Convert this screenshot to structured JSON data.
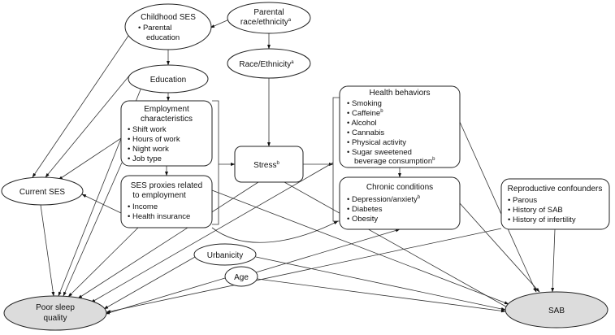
{
  "nodes": {
    "parental_race": {
      "title": [
        "Parental",
        "race/ethnicity"
      ],
      "sup": "a"
    },
    "childhood_ses": {
      "title": [
        "Childhood SES"
      ],
      "items": [
        "Parental",
        "education"
      ]
    },
    "race_ethnicity": {
      "title": [
        "Race/Ethnicity"
      ],
      "sup": "a"
    },
    "education": {
      "title": [
        "Education"
      ]
    },
    "employment": {
      "title": [
        "Employment",
        "characteristics"
      ],
      "items": [
        "Shift work",
        "Hours of work",
        "Night work",
        "Job type"
      ]
    },
    "ses_proxies": {
      "title": [
        "SES proxies related",
        "to employment"
      ],
      "items": [
        "Income",
        "Health insurance"
      ]
    },
    "current_ses": {
      "title": [
        "Current SES"
      ]
    },
    "stress": {
      "title": [
        "Stress"
      ],
      "sup": "b"
    },
    "health_behaviors": {
      "title": [
        "Health behaviors"
      ],
      "items": [
        "Smoking",
        "Caffeine",
        "Alcohol",
        "Cannabis",
        "Physical activity",
        "Sugar sweetened",
        "beverage consumption"
      ],
      "caffeine_sup": "b",
      "beverage_sup": "b"
    },
    "chronic": {
      "title": [
        "Chronic conditions"
      ],
      "items": [
        "Depression/anxiety",
        "Diabetes",
        "Obesity"
      ],
      "depression_sup": "b"
    },
    "reproductive": {
      "title": [
        "Reproductive confounders"
      ],
      "items": [
        "Parous",
        "History of SAB",
        "History of infertility"
      ]
    },
    "urbanicity": {
      "title": [
        "Urbanicity"
      ]
    },
    "age": {
      "title": [
        "Age"
      ]
    },
    "poor_sleep": {
      "title": [
        "Poor sleep",
        "quality"
      ]
    },
    "sab": {
      "title": [
        "SAB"
      ]
    }
  },
  "colors": {
    "outcome_fill": "#dcdcdc",
    "node_fill": "#ffffff",
    "stroke": "#222222"
  },
  "edges": [
    [
      "parental_race",
      "childhood_ses"
    ],
    [
      "parental_race",
      "race_ethnicity"
    ],
    [
      "childhood_ses",
      "education"
    ],
    [
      "childhood_ses",
      "current_ses"
    ],
    [
      "education",
      "employment"
    ],
    [
      "education",
      "current_ses"
    ],
    [
      "education",
      "poor_sleep"
    ],
    [
      "employment",
      "ses_proxies"
    ],
    [
      "employment",
      "current_ses"
    ],
    [
      "employment",
      "poor_sleep"
    ],
    [
      "employment_group",
      "stress"
    ],
    [
      "race_ethnicity",
      "stress"
    ],
    [
      "stress",
      "behav_group"
    ],
    [
      "health_behaviors",
      "chronic"
    ],
    [
      "health_behaviors",
      "sab"
    ],
    [
      "ses_proxies",
      "current_ses"
    ],
    [
      "ses_proxies",
      "poor_sleep"
    ],
    [
      "ses_proxies",
      "sab"
    ],
    [
      "current_ses",
      "poor_sleep"
    ],
    [
      "stress",
      "poor_sleep"
    ],
    [
      "stress",
      "sab"
    ],
    [
      "behav_group",
      "poor_sleep"
    ],
    [
      "chronic",
      "sab"
    ],
    [
      "urbanicity",
      "poor_sleep"
    ],
    [
      "urbanicity",
      "sab"
    ],
    [
      "age",
      "poor_sleep"
    ],
    [
      "age",
      "sab"
    ],
    [
      "age",
      "chronic"
    ],
    [
      "reproductive",
      "sab"
    ],
    [
      "reproductive",
      "poor_sleep"
    ]
  ]
}
